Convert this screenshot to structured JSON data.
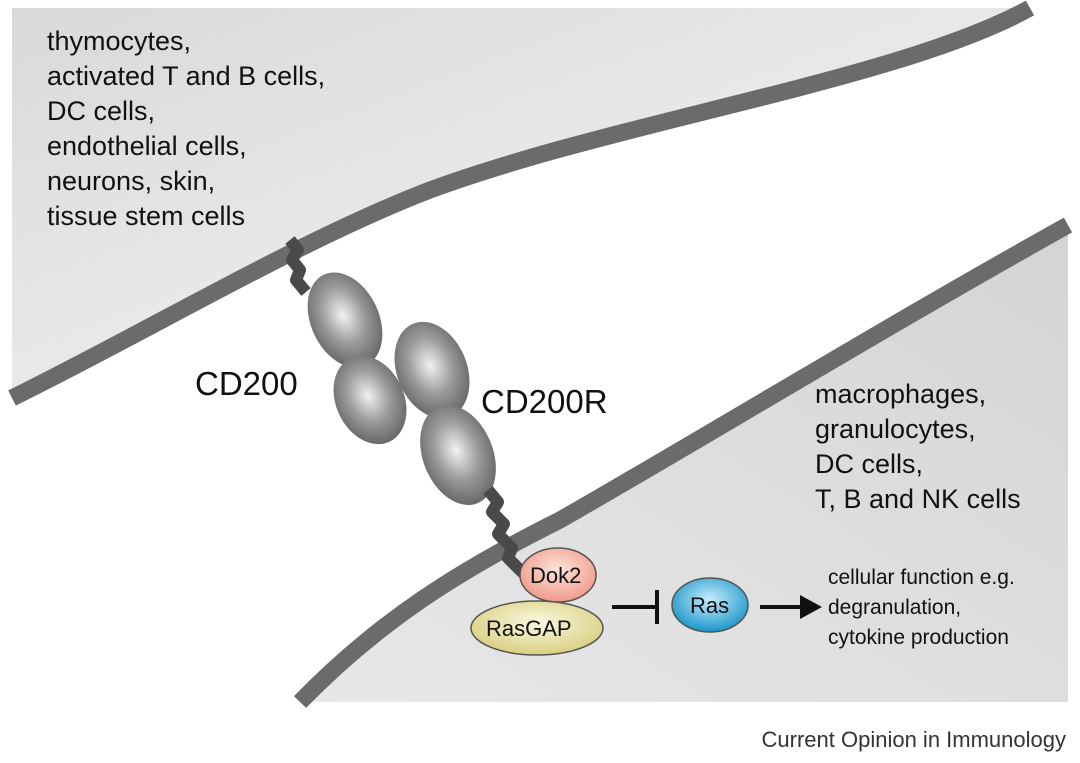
{
  "top_cell": {
    "lines": [
      "thymocytes,",
      "activated T and B cells,",
      "DC cells,",
      "endothelial cells,",
      "neurons, skin,",
      "tissue stem cells"
    ]
  },
  "bottom_cell": {
    "lines": [
      "macrophages,",
      "granulocytes,",
      "DC cells,",
      "T, B and NK cells"
    ]
  },
  "ligand": {
    "label": "CD200"
  },
  "receptor": {
    "label": "CD200R"
  },
  "adaptor": {
    "label": "Dok2",
    "color": "#f4a898"
  },
  "gap": {
    "label": "RasGAP",
    "color": "#e6dea0"
  },
  "ras": {
    "label": "Ras",
    "color": "#2aa8d8"
  },
  "outcome": {
    "lines": [
      "cellular function e.g.",
      "degranulation,",
      "cytokine production"
    ]
  },
  "credit": "Current Opinion in Immunology",
  "colors": {
    "membrane": "#6b6b6b",
    "cytoplasm": "#e2e2e2",
    "domain": "#8a8a8a"
  }
}
